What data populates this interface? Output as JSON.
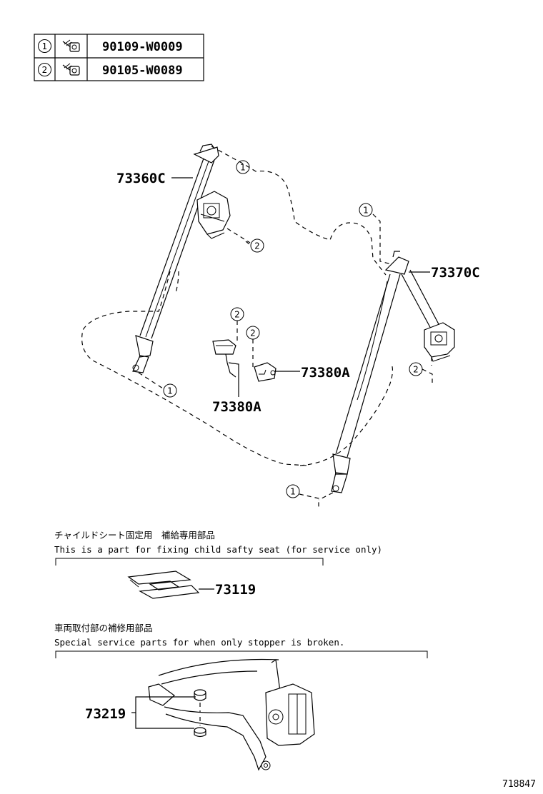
{
  "legend": [
    {
      "num": "1",
      "code": "90109-W0009"
    },
    {
      "num": "2",
      "code": "90105-W0089"
    }
  ],
  "parts": {
    "p73360C": "73360C",
    "p73370C": "73370C",
    "p73380A_right": "73380A",
    "p73380A_bottom": "73380A",
    "p73119": "73119",
    "p73219": "73219"
  },
  "callouts": {
    "c1_top": "1",
    "c2_left": "2",
    "c1_right": "1",
    "c2_center_a": "2",
    "c2_center_b": "2",
    "c1_bottom_left": "1",
    "c2_right": "2",
    "c1_bottom": "1"
  },
  "notes": {
    "child_seat_jp": "チャイルドシート固定用　補給専用部品",
    "child_seat_en": "This is a part for fixing child safty seat (for service only)",
    "stopper_jp": "車両取付部の補修用部品",
    "stopper_en": "Special service parts for when only stopper is broken."
  },
  "figure_id": "718847"
}
